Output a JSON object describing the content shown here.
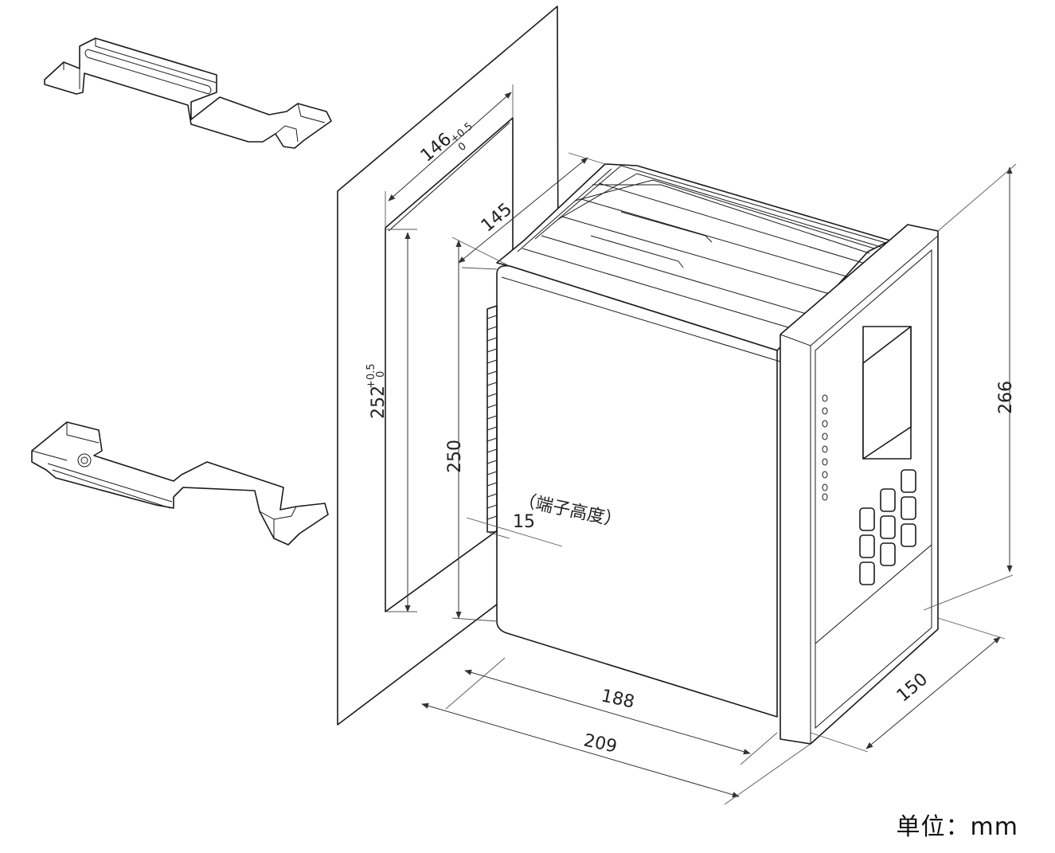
{
  "dimensions": {
    "panel_cutout_width": "146",
    "panel_cutout_width_tol": "+0.5",
    "panel_cutout_width_tol_low": "0",
    "panel_cutout_height": "252",
    "panel_cutout_height_tol": "+0.5",
    "panel_cutout_height_tol_low": "0",
    "case_width": "145",
    "case_height": "250",
    "terminal_height": "15",
    "depth_body": "188",
    "depth_total": "209",
    "front_height": "266",
    "front_width": "150"
  },
  "notes": {
    "terminal_height_label": "（端子高度）"
  },
  "unit": "单位：mm",
  "colors": {
    "line": "#1a1a1a",
    "background": "#ffffff"
  }
}
